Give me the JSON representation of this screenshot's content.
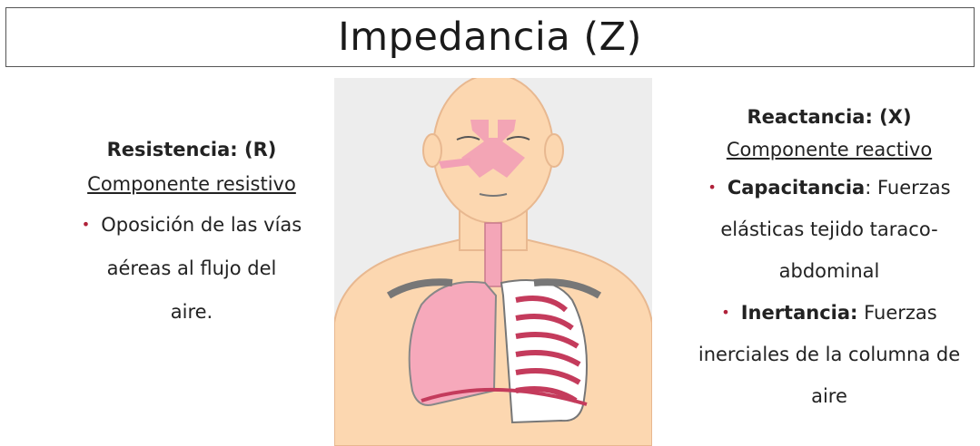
{
  "title": "Impedancia (Z)",
  "left": {
    "heading": "Resistencia: (R)",
    "subheading": "Componente resistivo",
    "bullets": [
      {
        "text_lines": [
          "Oposición de las vías",
          "aéreas al flujo del",
          "aire."
        ]
      }
    ]
  },
  "right": {
    "heading": "Reactancia: (X)",
    "subheading": "Componente reactivo",
    "bullets": [
      {
        "term": "Capacitancia",
        "sep": ": Fuerzas",
        "lines": [
          "elásticas tejido taraco-",
          "abdominal"
        ]
      },
      {
        "term": "Inertancia:",
        "sep": " Fuerzas",
        "lines": [
          "inerciales de la columna de",
          "aire"
        ]
      }
    ]
  },
  "colors": {
    "bullet": "#b0223a",
    "skin": "#fcd7b0",
    "lung": "#f4a6b8",
    "muscle": "#c43b5c"
  },
  "illustration": {
    "icon": "respiratory-system-illustration"
  }
}
